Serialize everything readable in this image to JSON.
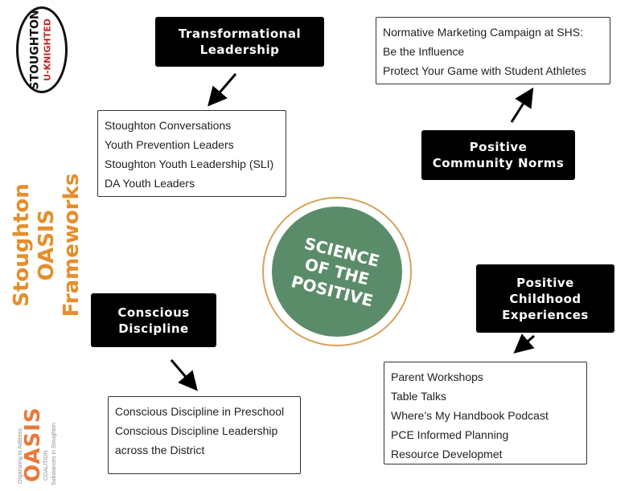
{
  "logo_top": {
    "line1": "STOUGHTON",
    "line2": "U-KNIGHTED"
  },
  "side_title": {
    "line1": "Stoughton OASIS",
    "line2": "Frameworks"
  },
  "logo_bottom": {
    "name": "OASIS",
    "sub1": "COALITION",
    "sub2": "Organizing to Address",
    "sub3": "Substances in Stoughton"
  },
  "center": {
    "line1": "SCIENCE",
    "line2": "OF THE",
    "line3": "POSITIVE"
  },
  "transformational": {
    "title_line1": "Transformational",
    "title_line2": "Leadership",
    "items": [
      "Stoughton Conversations",
      "Youth Prevention Leaders",
      "Stoughton Youth Leadership (SLI)",
      "DA Youth Leaders"
    ]
  },
  "community_norms": {
    "title_line1": "Positive",
    "title_line2": "Community Norms",
    "items": [
      "Normative Marketing Campaign at SHS:",
      "Be the Influence",
      "Protect Your Game with Student Athletes"
    ]
  },
  "conscious": {
    "title_line1": "Conscious",
    "title_line2": "Discipline",
    "items": [
      "Conscious Discipline in Preschool",
      "Conscious Discipline Leadership",
      "across the District"
    ]
  },
  "childhood": {
    "title_line1": "Positive",
    "title_line2": "Childhood",
    "title_line3": "Experiences",
    "items": [
      "Parent Workshops",
      "Table Talks",
      "Where’s My Handbook Podcast",
      "PCE Informed Planning",
      "Resource Developmet"
    ]
  }
}
